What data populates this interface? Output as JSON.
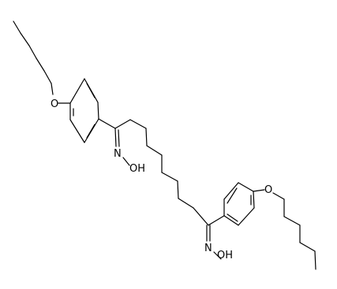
{
  "molecule": {
    "atom_labels": {
      "ether_oxygen_top": "O",
      "ether_oxygen_bottom": "O",
      "oxime_top_N": "N",
      "oxime_top_OH": "OH",
      "oxime_bottom_N": "N",
      "oxime_bottom_OH": "OH"
    },
    "colors": {
      "bond": "#000000",
      "label": "#000000",
      "background": "#ffffff"
    }
  }
}
